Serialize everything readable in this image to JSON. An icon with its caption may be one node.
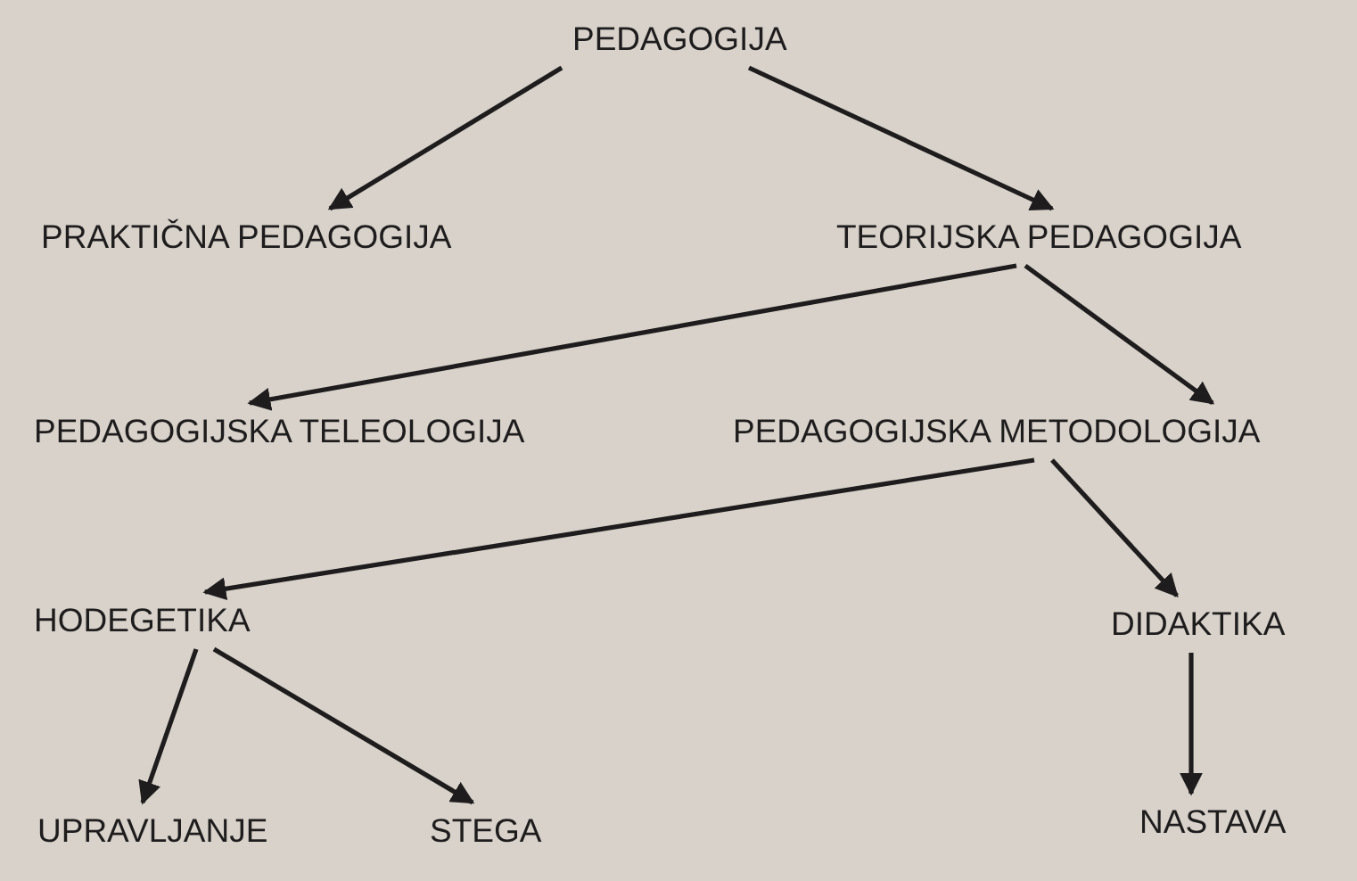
{
  "diagram": {
    "nodes": [
      {
        "text": [
          "PEDAGOGIJA"
        ]
      },
      {
        "text": [
          "PRAKTIČNA PEDAGOGIJA"
        ]
      },
      {
        "text": [
          "TEORIJSKA PEDAGOGIJA"
        ]
      },
      {
        "text": [
          "PEDAGOGIJSKA TELEOLOGIJA"
        ]
      },
      {
        "text": [
          "PEDAGOGIJSKA METODOLOGIJA"
        ]
      },
      {
        "text": [
          "HODEGETIKA"
        ]
      },
      {
        "text": [
          "DIDAKTIKA"
        ]
      },
      {
        "text": [
          "UPRAVLJANJE"
        ]
      },
      {
        "text": [
          "STEGA"
        ]
      },
      {
        "text": [
          "NASTAVA"
        ]
      }
    ],
    "edges": [
      {
        "from": 0,
        "to": 1,
        "arrow": "to"
      },
      {
        "from": 0,
        "to": 2,
        "arrow": "to"
      },
      {
        "from": 2,
        "to": 3,
        "arrow": "to"
      },
      {
        "from": 2,
        "to": 4,
        "arrow": "to"
      },
      {
        "from": 4,
        "to": 5,
        "arrow": "to"
      },
      {
        "from": 4,
        "to": 6,
        "arrow": "to"
      },
      {
        "from": 5,
        "to": 7,
        "arrow": "to"
      },
      {
        "from": 5,
        "to": 8,
        "arrow": "to"
      },
      {
        "from": 6,
        "to": 9,
        "arrow": "to"
      }
    ]
  }
}
